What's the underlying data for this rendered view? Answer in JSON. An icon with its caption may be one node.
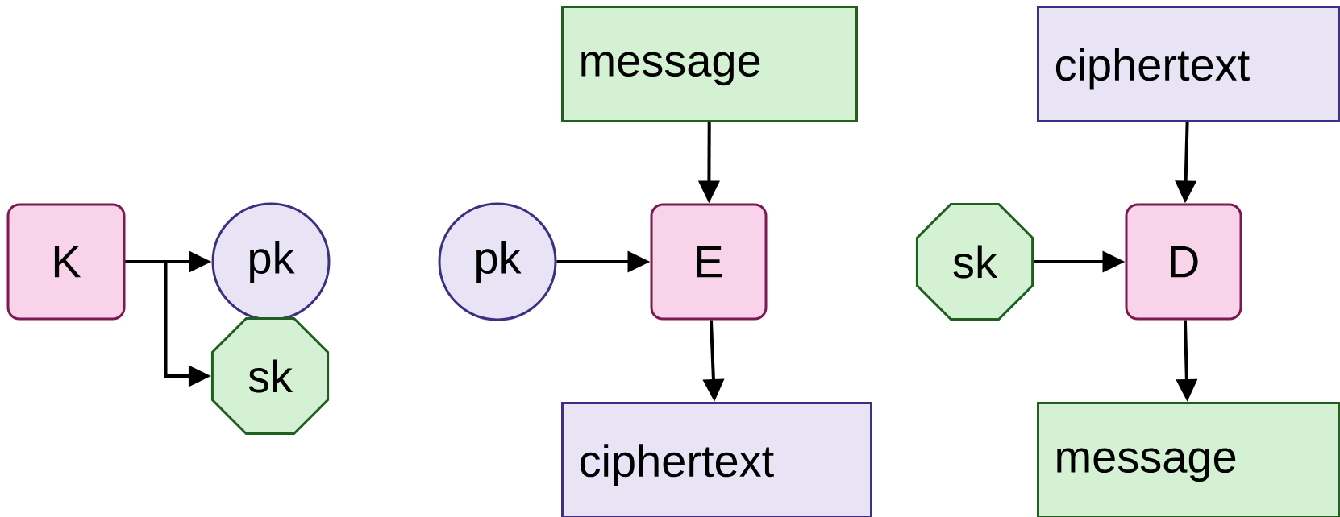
{
  "diagram": {
    "nodes": [
      {
        "text": [
          "K"
        ]
      },
      {
        "text": [
          "pk"
        ]
      },
      {
        "text": [
          "sk"
        ]
      },
      {
        "text": [
          "message"
        ]
      },
      {
        "text": [
          "pk"
        ]
      },
      {
        "text": [
          "E"
        ]
      },
      {
        "text": [
          "ciphertext"
        ]
      },
      {
        "text": [
          "ciphertext"
        ]
      },
      {
        "text": [
          "sk"
        ]
      },
      {
        "text": [
          "D"
        ]
      },
      {
        "text": [
          "message"
        ]
      }
    ],
    "edges": [
      {
        "from": 0,
        "to": 1,
        "arrow": "to"
      },
      {
        "from": 0,
        "to": 2,
        "arrow": "to"
      },
      {
        "from": 3,
        "to": 5,
        "arrow": "to"
      },
      {
        "from": 4,
        "to": 5,
        "arrow": "to"
      },
      {
        "from": 5,
        "to": 6,
        "arrow": "to"
      },
      {
        "from": 7,
        "to": 9,
        "arrow": "to"
      },
      {
        "from": 8,
        "to": 9,
        "arrow": "to"
      },
      {
        "from": 9,
        "to": 10,
        "arrow": "to"
      }
    ]
  }
}
